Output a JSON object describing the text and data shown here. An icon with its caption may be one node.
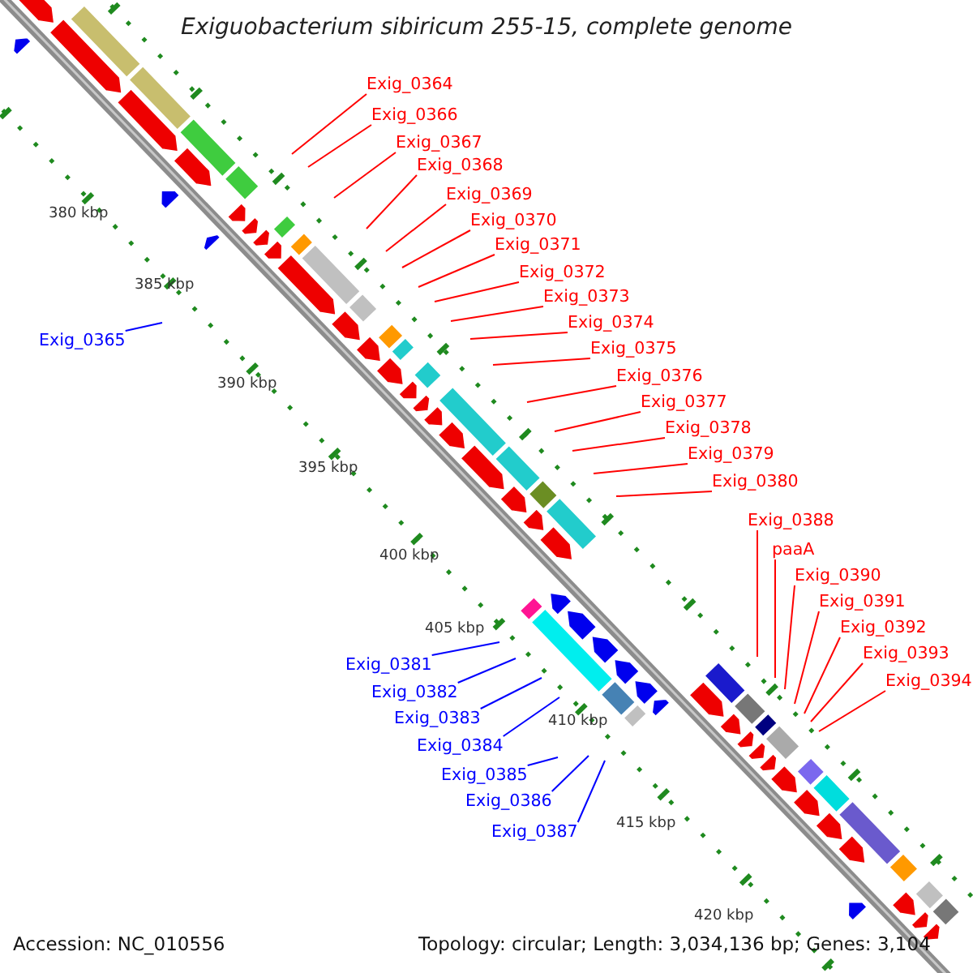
{
  "diagram": {
    "title": "Exiguobacterium sibiricum 255-15, complete genome",
    "nodes": [
      {
        "text": [
          "Exig_0364"
        ]
      },
      {
        "text": [
          "Exig_0366"
        ]
      },
      {
        "text": [
          "Exig_0367"
        ]
      },
      {
        "text": [
          "Exig_0368"
        ]
      },
      {
        "text": [
          "Exig_0369"
        ]
      },
      {
        "text": [
          "Exig_0370"
        ]
      },
      {
        "text": [
          "Exig_0371"
        ]
      },
      {
        "text": [
          "Exig_0372"
        ]
      },
      {
        "text": [
          "Exig_0373"
        ]
      },
      {
        "text": [
          "Exig_0374"
        ]
      },
      {
        "text": [
          "Exig_0365"
        ]
      },
      {
        "text": [
          "Exig_0375"
        ]
      },
      {
        "text": [
          "Exig_0376"
        ]
      },
      {
        "text": [
          "Exig_0377"
        ]
      },
      {
        "text": [
          "Exig_0378"
        ]
      },
      {
        "text": [
          "Exig_0379"
        ]
      },
      {
        "text": [
          "Exig_0380"
        ]
      },
      {
        "text": [
          "Exig_0388"
        ]
      },
      {
        "text": [
          "paaA"
        ]
      },
      {
        "text": [
          "Exig_0390"
        ]
      },
      {
        "text": [
          "Exig_0391"
        ]
      },
      {
        "text": [
          "Exig_0392"
        ]
      },
      {
        "text": [
          "Exig_0393"
        ]
      },
      {
        "text": [
          "Exig_0394"
        ]
      },
      {
        "text": [
          "Exig_0381"
        ]
      },
      {
        "text": [
          "Exig_0382"
        ]
      },
      {
        "text": [
          "Exig_0383"
        ]
      },
      {
        "text": [
          "Exig_0384"
        ]
      },
      {
        "text": [
          "Exig_0385"
        ]
      },
      {
        "text": [
          "Exig_0386"
        ]
      },
      {
        "text": [
          "Exig_0387"
        ]
      }
    ],
    "edges": [
      {
        "from": 0,
        "to": null,
        "arrow": "none"
      },
      {
        "from": 1,
        "to": null,
        "arrow": "none"
      },
      {
        "from": 2,
        "to": null,
        "arrow": "none"
      },
      {
        "from": 3,
        "to": null,
        "arrow": "none"
      },
      {
        "from": 4,
        "to": null,
        "arrow": "none"
      },
      {
        "from": 5,
        "to": null,
        "arrow": "none"
      },
      {
        "from": 6,
        "to": null,
        "arrow": "none"
      },
      {
        "from": 7,
        "to": null,
        "arrow": "none"
      },
      {
        "from": 8,
        "to": null,
        "arrow": "none"
      },
      {
        "from": 9,
        "to": null,
        "arrow": "none"
      },
      {
        "from": 10,
        "to": null,
        "arrow": "none",
        "color": "#0000ff"
      },
      {
        "from": 11,
        "to": null,
        "arrow": "none"
      },
      {
        "from": 12,
        "to": null,
        "arrow": "none"
      },
      {
        "from": 13,
        "to": null,
        "arrow": "none"
      },
      {
        "from": 14,
        "to": null,
        "arrow": "none"
      },
      {
        "from": 15,
        "to": null,
        "arrow": "none"
      },
      {
        "from": 16,
        "to": null,
        "arrow": "none"
      },
      {
        "from": 17,
        "to": null,
        "arrow": "none"
      },
      {
        "from": 18,
        "to": null,
        "arrow": "none"
      },
      {
        "from": 19,
        "to": null,
        "arrow": "none"
      },
      {
        "from": 20,
        "to": null,
        "arrow": "none"
      },
      {
        "from": 21,
        "to": null,
        "arrow": "none"
      },
      {
        "from": 22,
        "to": null,
        "arrow": "none"
      },
      {
        "from": 23,
        "to": null,
        "arrow": "none"
      },
      {
        "from": 24,
        "to": null,
        "arrow": "none",
        "color": "#0000ff"
      },
      {
        "from": 25,
        "to": null,
        "arrow": "none",
        "color": "#0000ff"
      },
      {
        "from": 26,
        "to": null,
        "arrow": "none",
        "color": "#0000ff"
      },
      {
        "from": 27,
        "to": null,
        "arrow": "none",
        "color": "#0000ff"
      },
      {
        "from": 28,
        "to": null,
        "arrow": "none",
        "color": "#0000ff"
      },
      {
        "from": 29,
        "to": null,
        "arrow": "none",
        "color": "#0000ff"
      },
      {
        "from": 30,
        "to": null,
        "arrow": "none",
        "color": "#0000ff"
      }
    ],
    "labels": [
      "380 kbp",
      "385 kbp",
      "390 kbp",
      "395 kbp",
      "400 kbp",
      "405 kbp",
      "410 kbp",
      "415 kbp",
      "420 kbp",
      "Accession: NC_010556",
      "Topology: circular; Length: 3,034,136 bp; Genes: 3,104"
    ]
  }
}
